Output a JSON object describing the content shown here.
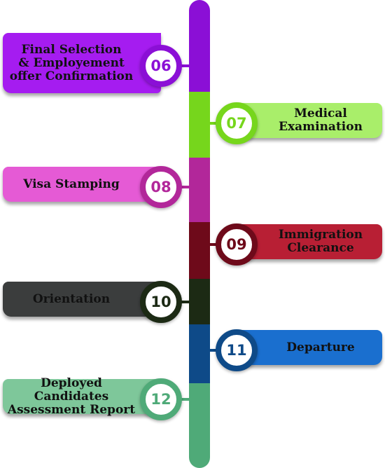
{
  "steps": [
    {
      "number": "06",
      "label_lines": [
        "Final Selection",
        "& Employement",
        "offer Confirmation"
      ],
      "side": "left",
      "color": "#8b0fd6",
      "banner_color": "#a51cf0",
      "text_color": "#111111"
    },
    {
      "number": "07",
      "label_lines": [
        "Medical",
        "Examination"
      ],
      "side": "right",
      "color": "#76d61c",
      "banner_color": "#a9ee6a",
      "text_color": "#111111"
    },
    {
      "number": "08",
      "label_lines": [
        "Visa Stamping"
      ],
      "side": "left",
      "color": "#b2279a",
      "banner_color": "#e55ad5",
      "text_color": "#111111"
    },
    {
      "number": "09",
      "label_lines": [
        "Immigration",
        "Clearance"
      ],
      "side": "right",
      "color": "#6e0a1a",
      "banner_color": "#b81f34",
      "text_color": "#111111"
    },
    {
      "number": "10",
      "label_lines": [
        "Orientation"
      ],
      "side": "left",
      "color": "#1c2a14",
      "banner_color": "#3b3d3d",
      "text_color": "#111111"
    },
    {
      "number": "11",
      "label_lines": [
        "Departure"
      ],
      "side": "right",
      "color": "#0e4a88",
      "banner_color": "#1a6fcf",
      "text_color": "#111111"
    },
    {
      "number": "12",
      "label_lines": [
        "Deployed Candidates",
        "Assessment Report"
      ],
      "side": "left",
      "color": "#4faa78",
      "banner_color": "#7ec79a",
      "text_color": "#111111"
    }
  ]
}
